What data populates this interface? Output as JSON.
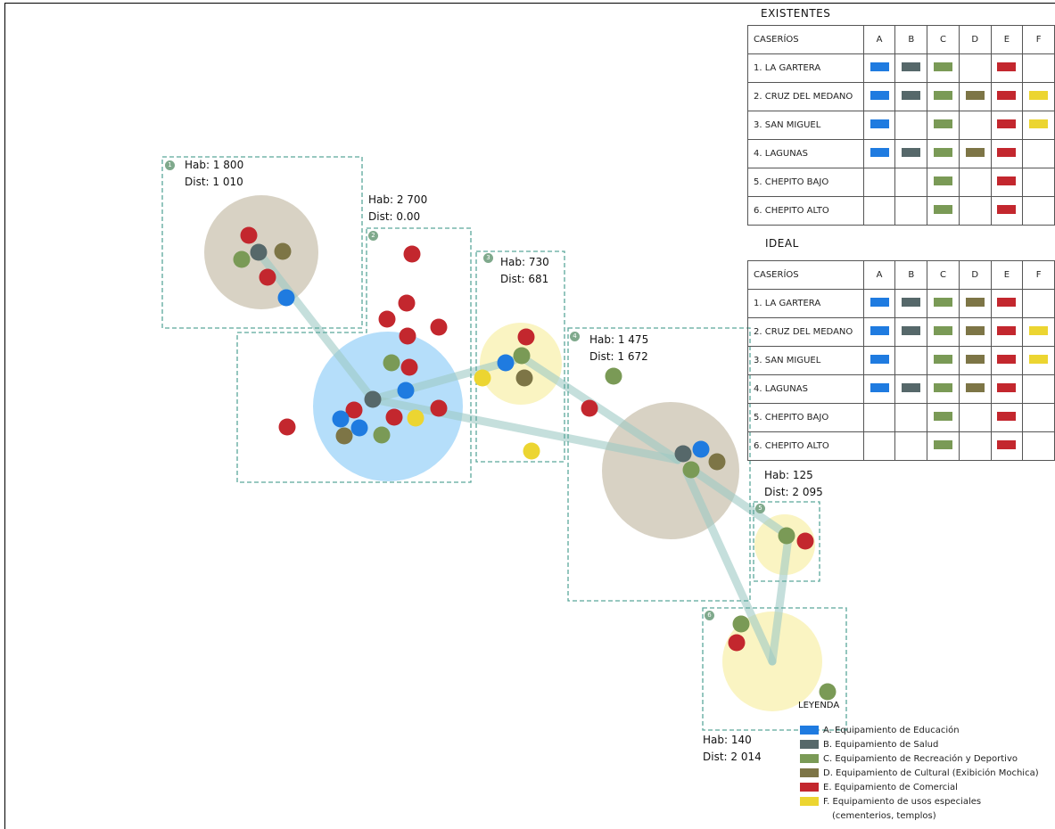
{
  "colors": {
    "A": "#1f7be0",
    "B": "#56686a",
    "C": "#7a9a56",
    "D": "#7d7546",
    "E": "#c3272e",
    "F": "#ecd531"
  },
  "caserio_labels": [
    {
      "number": "1",
      "hab": "Hab: 1 800",
      "dist": "Dist: 1 010"
    },
    {
      "number": "2",
      "hab": "Hab: 2 700",
      "dist": "Dist: 0.00"
    },
    {
      "number": "3",
      "hab": "Hab: 730",
      "dist": "Dist: 681"
    },
    {
      "number": "4",
      "hab": "Hab: 1 475",
      "dist": "Dist: 1 672"
    },
    {
      "number": "5",
      "hab": "Hab: 125",
      "dist": "Dist: 2 095"
    },
    {
      "number": "6",
      "hab": "Hab: 140",
      "dist": "Dist: 2 014"
    }
  ],
  "tables": {
    "existentes": {
      "title": "EXISTENTES",
      "header": [
        "CASERÍOS",
        "A",
        "B",
        "C",
        "D",
        "E",
        "F"
      ],
      "rows": [
        {
          "name": "1. LA GARTERA",
          "cells": [
            "A",
            "B",
            "C",
            "",
            "E",
            ""
          ]
        },
        {
          "name": "2. CRUZ DEL MEDANO",
          "cells": [
            "A",
            "B",
            "C",
            "D",
            "E",
            "F"
          ]
        },
        {
          "name": "3. SAN MIGUEL",
          "cells": [
            "A",
            "",
            "C",
            "",
            "E",
            "F"
          ]
        },
        {
          "name": "4. LAGUNAS",
          "cells": [
            "A",
            "B",
            "C",
            "D",
            "E",
            ""
          ]
        },
        {
          "name": "5. CHEPITO BAJO",
          "cells": [
            "",
            "",
            "C",
            "",
            "E",
            ""
          ]
        },
        {
          "name": "6. CHEPITO ALTO",
          "cells": [
            "",
            "",
            "C",
            "",
            "E",
            ""
          ]
        }
      ]
    },
    "ideal": {
      "title": "IDEAL",
      "header": [
        "CASERÍOS",
        "A",
        "B",
        "C",
        "D",
        "E",
        "F"
      ],
      "rows": [
        {
          "name": "1. LA GARTERA",
          "cells": [
            "A",
            "B",
            "C",
            "D",
            "E",
            ""
          ]
        },
        {
          "name": "2. CRUZ DEL MEDANO",
          "cells": [
            "A",
            "B",
            "C",
            "D",
            "E",
            "F"
          ]
        },
        {
          "name": "3. SAN MIGUEL",
          "cells": [
            "A",
            "",
            "C",
            "D",
            "E",
            "F"
          ]
        },
        {
          "name": "4. LAGUNAS",
          "cells": [
            "A",
            "B",
            "C",
            "D",
            "E",
            ""
          ]
        },
        {
          "name": "5. CHEPITO BAJO",
          "cells": [
            "",
            "",
            "C",
            "",
            "E",
            ""
          ]
        },
        {
          "name": "6. CHEPITO ALTO",
          "cells": [
            "",
            "",
            "C",
            "",
            "E",
            ""
          ]
        }
      ]
    }
  },
  "legend": {
    "title": "LEYENDA",
    "items": [
      {
        "key": "A",
        "text": "A. Equipamiento de Educación"
      },
      {
        "key": "B",
        "text": "B. Equipamiento de Salud"
      },
      {
        "key": "C",
        "text": "C. Equipamiento de Recreación y Deportivo"
      },
      {
        "key": "D",
        "text": "D. Equipamiento de Cultural (Exibición Mochica)"
      },
      {
        "key": "E",
        "text": "E. Equipamiento de Comercial"
      },
      {
        "key": "F",
        "text": "F. Equipamiento de usos especiales"
      },
      {
        "key": "",
        "text": "(cementerios, templos)"
      }
    ]
  }
}
